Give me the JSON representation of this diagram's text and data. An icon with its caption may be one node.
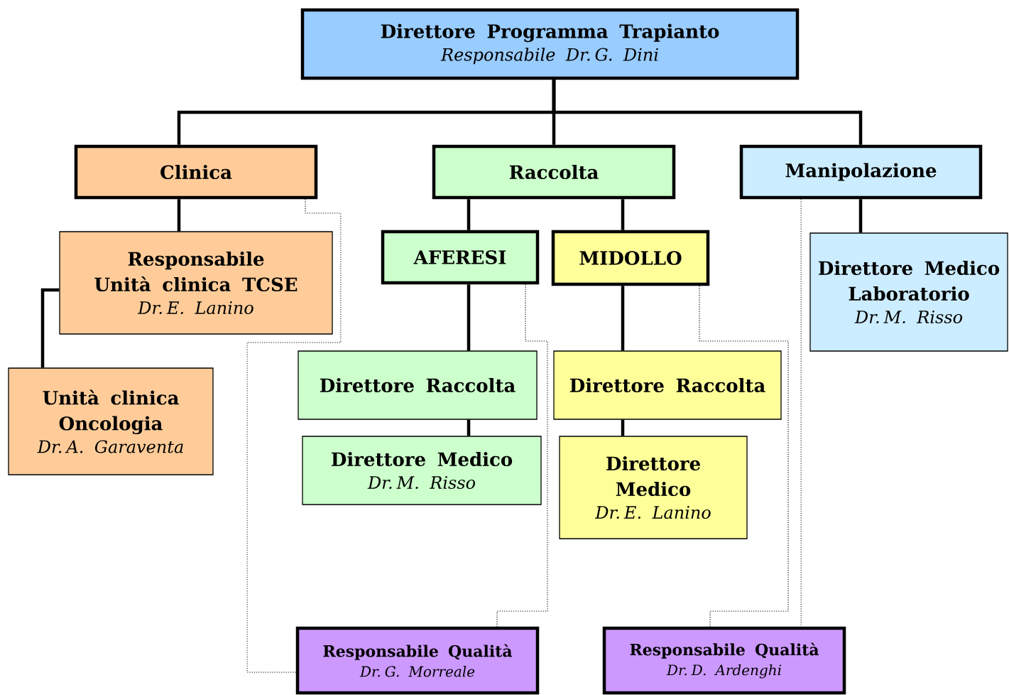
{
  "diagram": {
    "nodes": [
      {
        "text": [
          "Direttore Programma Trapianto",
          "Responsabile Dr. G. Dini"
        ]
      },
      {
        "text": [
          "Clinica"
        ]
      },
      {
        "text": [
          "Raccolta"
        ]
      },
      {
        "text": [
          "Manipolazione"
        ]
      },
      {
        "text": [
          "Responsabile Unità clinica TCSE",
          "Dr. E. Lanino"
        ]
      },
      {
        "text": [
          "AFERESI"
        ]
      },
      {
        "text": [
          "MIDOLLO"
        ]
      },
      {
        "text": [
          "Direttore Medico Laboratorio",
          "Dr. M. Risso"
        ]
      },
      {
        "text": [
          "Unità clinica Oncologia",
          "Dr. A. Garaventa"
        ]
      },
      {
        "text": [
          "Direttore Raccolta"
        ]
      },
      {
        "text": [
          "Direttore Raccolta"
        ]
      },
      {
        "text": [
          "Direttore Medico",
          "Dr. M. Risso"
        ]
      },
      {
        "text": [
          "Direttore Medico",
          "Dr. E. Lanino"
        ]
      },
      {
        "text": [
          "Responsabile Qualità",
          "Dr. G. Morreale"
        ]
      },
      {
        "text": [
          "Responsabile Qualità",
          "Dr. D. Ardenghi"
        ]
      }
    ],
    "edges": [
      {
        "from": 0,
        "to": 1,
        "arrow": "none"
      },
      {
        "from": 0,
        "to": 2,
        "arrow": "none"
      },
      {
        "from": 0,
        "to": 3,
        "arrow": "none"
      },
      {
        "from": 1,
        "to": 4,
        "arrow": "none"
      },
      {
        "from": 2,
        "to": 5,
        "arrow": "none"
      },
      {
        "from": 2,
        "to": 6,
        "arrow": "none"
      },
      {
        "from": 3,
        "to": 7,
        "arrow": "none"
      },
      {
        "from": 4,
        "to": 8,
        "arrow": "none"
      },
      {
        "from": 5,
        "to": 9,
        "arrow": "none"
      },
      {
        "from": 9,
        "to": 11,
        "arrow": "none"
      },
      {
        "from": 6,
        "to": 10,
        "arrow": "none"
      },
      {
        "from": 10,
        "to": 12,
        "arrow": "none"
      },
      {
        "from": 1,
        "to": 13,
        "arrow": "none",
        "style": "dashed"
      },
      {
        "from": 5,
        "to": 13,
        "arrow": "none",
        "style": "dashed"
      },
      {
        "from": 6,
        "to": 14,
        "arrow": "none",
        "style": "dashed"
      },
      {
        "from": 3,
        "to": 14,
        "arrow": "none",
        "style": "dashed"
      }
    ]
  }
}
